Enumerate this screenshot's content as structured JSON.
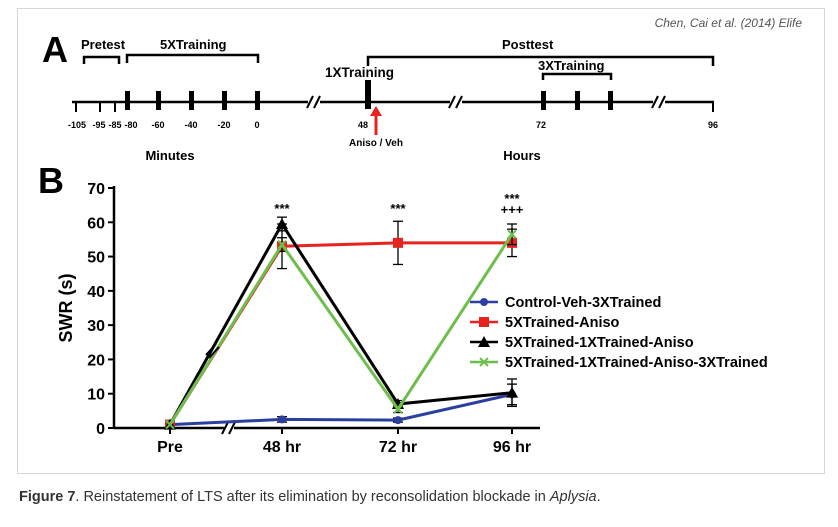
{
  "citation": "Chen, Cai et al. (2014) Elife",
  "panel_a": {
    "label": "A",
    "pretest_label": "Pretest",
    "training5x_label": "5XTraining",
    "training1x_label": "1XTraining",
    "posttest_label": "Posttest",
    "training3x_label": "3XTraining",
    "drug_label": "Aniso / Veh",
    "minutes_label": "Minutes",
    "hours_label": "Hours",
    "tick_labels": [
      "-105",
      "-95",
      "-85",
      "-80",
      "-60",
      "-40",
      "-20",
      "0",
      "48",
      "72",
      "96"
    ]
  },
  "chart_data": {
    "type": "line",
    "panel_label": "B",
    "title": "",
    "xlabel": "",
    "ylabel": "SWR (s)",
    "categories": [
      "Pre",
      "48 hr",
      "72 hr",
      "96 hr"
    ],
    "ylim": [
      0,
      70
    ],
    "yticks": [
      "0",
      "10",
      "20",
      "30",
      "40",
      "50",
      "60",
      "70"
    ],
    "grid": false,
    "legend_position": "right",
    "series": [
      {
        "name": "Control-Veh-3XTrained",
        "color": "#2b3fa0",
        "marker": "circle",
        "values": [
          1,
          2.5,
          2.3,
          9.8
        ],
        "errors": [
          0.4,
          0.8,
          0.6,
          3.0
        ]
      },
      {
        "name": "5XTrained-Aniso",
        "color": "#e8231f",
        "marker": "square",
        "values": [
          1,
          53,
          54,
          54
        ],
        "errors": [
          0.4,
          6.5,
          6.3,
          4.0
        ]
      },
      {
        "name": "5XTrained-1XTrained-Aniso",
        "color": "#000000",
        "marker": "triangle",
        "values": [
          1,
          59.5,
          7,
          10.3
        ],
        "errors": [
          0.4,
          2.0,
          1.0,
          4.0
        ]
      },
      {
        "name": "5XTrained-1XTrained-Aniso-3XTrained",
        "color": "#6cbf4a",
        "marker": "x",
        "values": [
          1,
          53.5,
          5.5,
          56.5
        ],
        "errors": [
          0.4,
          2.0,
          1.0,
          3.0
        ]
      }
    ],
    "annotations": [
      {
        "category": "48 hr",
        "text": "***"
      },
      {
        "category": "72 hr",
        "text": "***"
      },
      {
        "category": "96 hr",
        "text": "***"
      },
      {
        "category": "96 hr",
        "text": "+++"
      }
    ]
  },
  "caption": {
    "label": "Figure 7",
    "text_before": ". Reinstatement of LTS after its elimination by reconsolidation blockade in ",
    "italic": "Aplysia",
    "text_after": "."
  }
}
